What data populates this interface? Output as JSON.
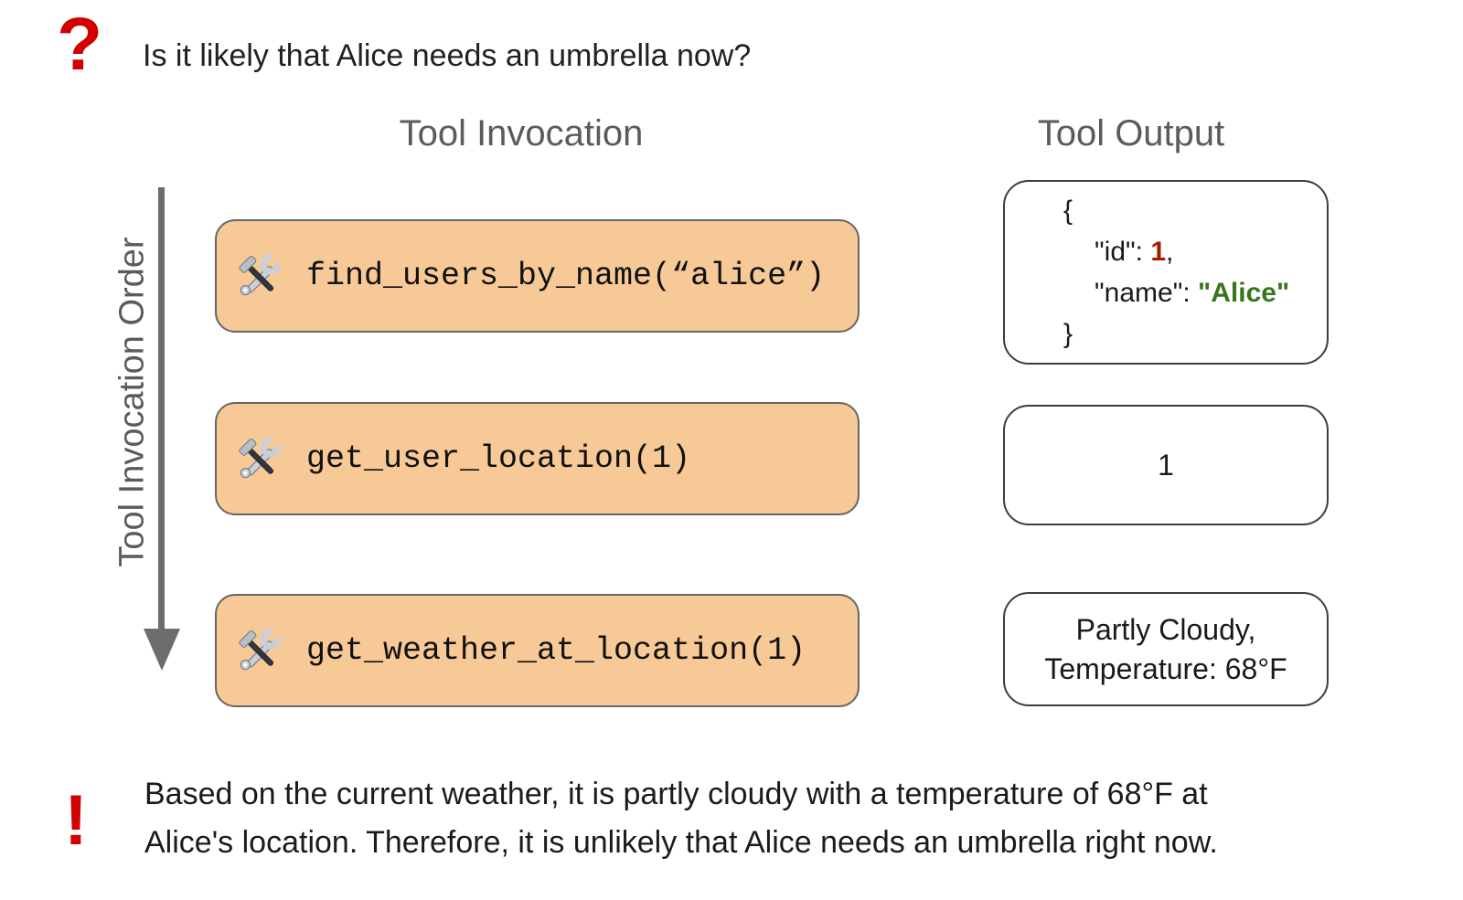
{
  "question": {
    "icon": "?",
    "text": "Is it likely that Alice needs an umbrella now?"
  },
  "headers": {
    "invocation": "Tool Invocation",
    "output": "Tool Output"
  },
  "order_label": "Tool Invocation Order",
  "invocations": [
    {
      "code": "find_users_by_name(“alice”)"
    },
    {
      "code": "get_user_location(1)"
    },
    {
      "code": "get_weather_at_location(1)"
    }
  ],
  "outputs": {
    "first": {
      "open_brace": "{",
      "id_key": "\"id\"",
      "id_sep": ": ",
      "id_value": "1",
      "id_comma": ",",
      "name_key": "\"name\"",
      "name_sep": ": ",
      "name_value": "\"Alice\"",
      "close_brace": "}"
    },
    "second": {
      "value": "1"
    },
    "third": {
      "line1": "Partly Cloudy,",
      "line2": "Temperature: 68°F"
    }
  },
  "conclusion": {
    "icon": "!",
    "lines": [
      "Based on the current weather, it is partly cloudy with a temperature of 68°F at",
      "Alice's location. Therefore, it is unlikely that Alice needs an umbrella right now."
    ]
  },
  "colors": {
    "box_orange": "#f7c996",
    "alert_red": "#d20000",
    "json_value_red": "#a61c00",
    "json_value_green": "#38761d",
    "heading_gray": "#5b5b5b",
    "arrow_gray": "#6d6d6d"
  }
}
